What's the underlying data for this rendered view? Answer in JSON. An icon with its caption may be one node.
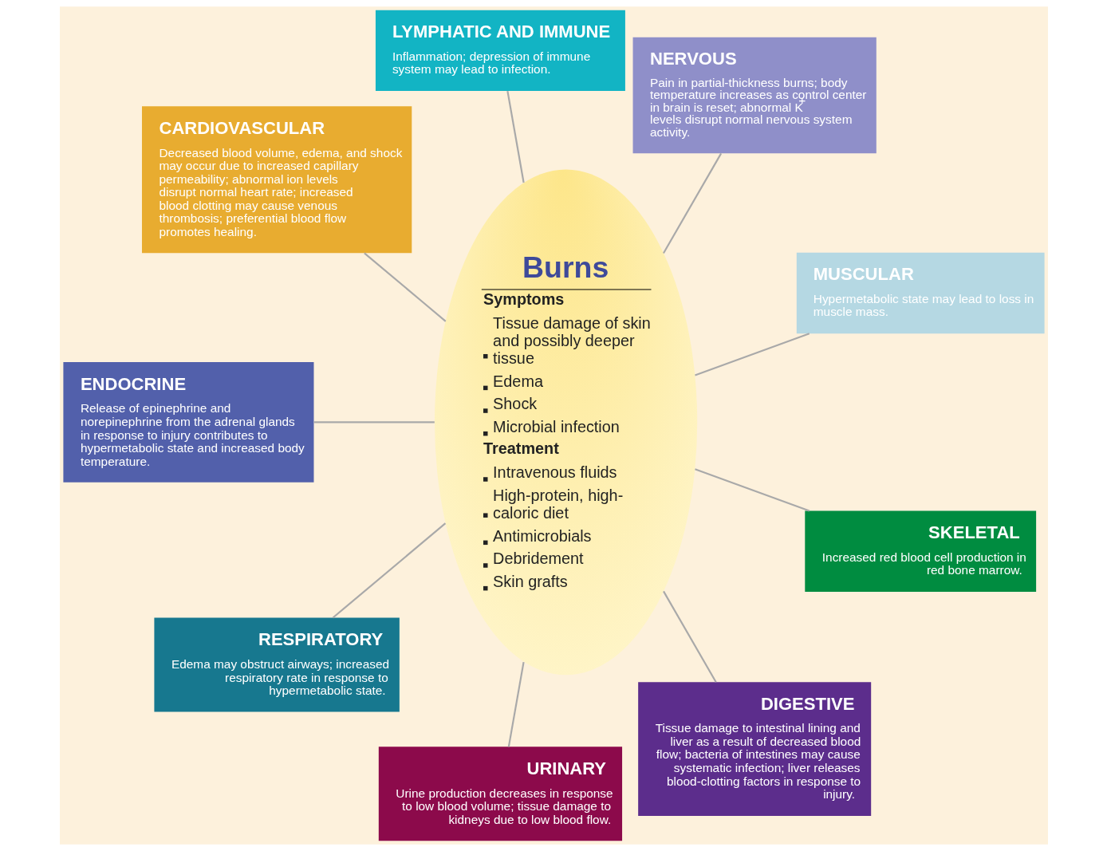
{
  "diagram": {
    "nodes": [
      {
        "text": [
          "Burns",
          "Symptoms",
          "Tissue damage of skin and possibly deeper tissue",
          "Edema",
          "Shock",
          "Microbial infection",
          "Treatment",
          "Intravenous fluids",
          "High-protein, high-caloric diet",
          "Antimicrobials",
          "Debridement",
          "Skin grafts"
        ]
      },
      {
        "text": [
          "MUSCULAR",
          "Hypermetabolic state may lead to loss in muscle mass."
        ]
      },
      {
        "text": [
          "NERVOUS",
          "Pain in partial-thickness burns; body temperature increases as control center in brain is reset; abnormal K$^{+}$ levels disrupt normal nervous system activity."
        ]
      },
      {
        "text": [
          "LYMPHATIC AND IMMUNE",
          "Inflammation; depression of immune system may lead to infection."
        ]
      },
      {
        "text": [
          "CARDIOVASCULAR",
          "Decreased blood volume, edema, and shock may occur due to increased capillary permeability; abnormal ion levels disrupt normal heart rate; increased blood clotting may cause venous thrombosis; preferential blood flow promotes healing."
        ]
      },
      {
        "text": [
          "ENDOCRINE",
          "Release of epinephrine and norepinephrine from the adrenal glands in response to injury contributes to hypermetabolic state and increased body temperature."
        ]
      },
      {
        "text": [
          "RESPIRATORY",
          "Edema may obstruct airways; increased respiratory rate in response to hypermetabolic state."
        ]
      },
      {
        "text": [
          "URINARY",
          "Urine production decreases in response to low blood volume; tissue damage to kidneys due to low blood flow."
        ]
      },
      {
        "text": [
          "DIGESTIVE",
          "Tissue damage to intestinal lining and liver as a result of decreased blood flow; bacteria of intestines may cause systematic infection; liver releases blood-clotting factors in response to injury."
        ]
      },
      {
        "text": [
          "SKELETAL",
          "Increased red blood cell production in red bone marrow."
        ]
      }
    ],
    "edges": [
      {
        "from": 1,
        "to": 0,
        "arrow": "none"
      },
      {
        "from": 2,
        "to": 0,
        "arrow": "none"
      },
      {
        "from": 3,
        "to": 0,
        "arrow": "none"
      },
      {
        "from": 4,
        "to": 0,
        "arrow": "none"
      },
      {
        "from": 5,
        "to": 0,
        "arrow": "none"
      },
      {
        "from": 6,
        "to": 0,
        "arrow": "none"
      },
      {
        "from": 7,
        "to": 0,
        "arrow": "none"
      },
      {
        "from": 8,
        "to": 0,
        "arrow": "none"
      },
      {
        "from": 9,
        "to": 0,
        "arrow": "none"
      }
    ]
  }
}
